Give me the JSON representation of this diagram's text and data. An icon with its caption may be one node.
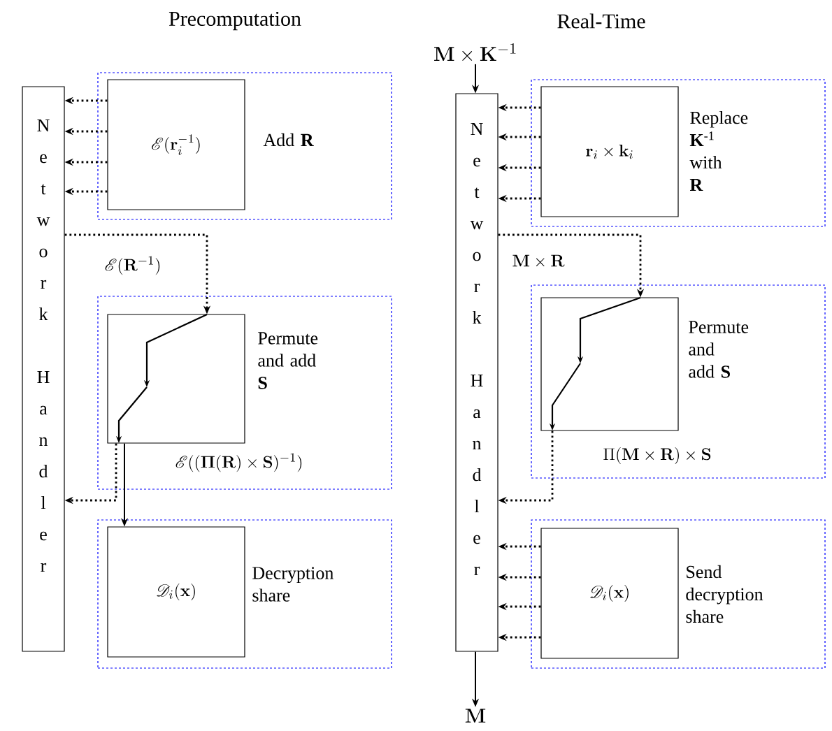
{
  "diagram": {
    "nodes": [
      {
        "text": [
          "Network Handler"
        ]
      },
      {
        "text": [
          "Add **R**"
        ]
      },
      {
        "text": [
          "\\mathscr{E}(\\mathbf{r}_i^{-1})"
        ],
        "in": 1
      },
      {
        "text": [
          "Permute and add **S**"
        ]
      },
      {
        "text": [],
        "shape": "box",
        "in": 3
      },
      {
        "text": [
          "Decryption share"
        ]
      },
      {
        "text": [
          "\\mathscr{D}_i(\\mathbf{x})"
        ],
        "in": 5
      },
      {
        "text": [
          "Network Handler"
        ]
      },
      {
        "text": [
          "Replace **K**$^{-1}$ with **R**"
        ]
      },
      {
        "text": [
          "\\mathbf{r}_i \\times \\mathbf{k}_i"
        ],
        "in": 8
      },
      {
        "text": [
          "Permute and add **S**"
        ]
      },
      {
        "text": [],
        "shape": "box",
        "in": 10
      },
      {
        "text": [
          "Send decryption share"
        ]
      },
      {
        "text": [
          "\\mathscr{D}_i(\\mathbf{x})"
        ],
        "in": 12
      },
      {
        "text": [
          "\\mathbf{M} \\times \\mathbf{K}^{-1}"
        ]
      },
      {
        "text": [
          "\\mathbf{M}"
        ]
      }
    ],
    "edges": [
      {
        "from": 2,
        "to": 0,
        "arrow": "to",
        "style": "dashed"
      },
      {
        "from": 2,
        "to": 0,
        "arrow": "to",
        "style": "dashed"
      },
      {
        "from": 2,
        "to": 0,
        "arrow": "to",
        "style": "dashed"
      },
      {
        "from": 2,
        "to": 0,
        "arrow": "to",
        "style": "dashed"
      },
      {
        "from": 0,
        "to": 4,
        "arrow": "to",
        "style": "dashed",
        "label": "\\mathscr{E}(\\mathbf{R}^{-1})"
      },
      {
        "from": 4,
        "to": 0,
        "arrow": "to",
        "style": "dashed",
        "label": "\\mathscr{E}((\\mathbf{\\Pi}(\\mathbf{R}) \\times \\mathbf{S})^{-1})"
      },
      {
        "from": 4,
        "to": 6,
        "arrow": "to"
      },
      {
        "from": 14,
        "to": 7,
        "arrow": "to"
      },
      {
        "from": 9,
        "to": 7,
        "arrow": "to",
        "style": "dashed"
      },
      {
        "from": 9,
        "to": 7,
        "arrow": "to",
        "style": "dashed"
      },
      {
        "from": 9,
        "to": 7,
        "arrow": "to",
        "style": "dashed"
      },
      {
        "from": 9,
        "to": 7,
        "arrow": "to",
        "style": "dashed"
      },
      {
        "from": 7,
        "to": 11,
        "arrow": "to",
        "style": "dashed",
        "label": "\\mathbf{M} \\times \\mathbf{R}"
      },
      {
        "from": 11,
        "to": 7,
        "arrow": "to",
        "style": "dashed",
        "label": "\\Pi(\\mathbf{M} \\times \\mathbf{R}) \\times \\mathbf{S}"
      },
      {
        "from": 13,
        "to": 7,
        "arrow": "to",
        "style": "dashed"
      },
      {
        "from": 13,
        "to": 7,
        "arrow": "to",
        "style": "dashed"
      },
      {
        "from": 13,
        "to": 7,
        "arrow": "to",
        "style": "dashed"
      },
      {
        "from": 13,
        "to": 7,
        "arrow": "to",
        "style": "dashed"
      },
      {
        "from": 7,
        "to": 15,
        "arrow": "to"
      }
    ],
    "labels": [
      "Precomputation",
      "Real-Time"
    ]
  }
}
